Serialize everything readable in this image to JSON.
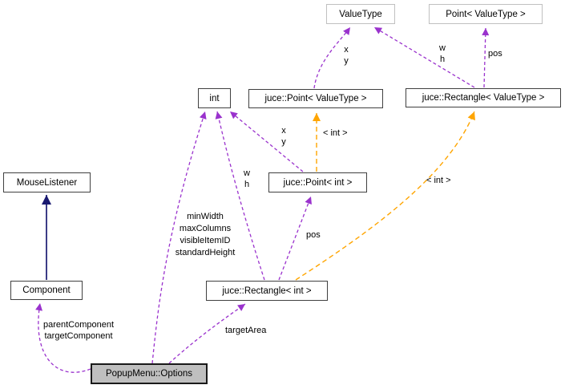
{
  "diagram_type": "collaboration-graph",
  "colors": {
    "usage_edge": "#9a32cd",
    "template_edge": "#ffa500",
    "inheritance_edge": "#191970",
    "node_border": "#404040",
    "external_node_border": "#c0c0c0",
    "selected_node_fill": "#bfbfbf",
    "background": "#ffffff"
  },
  "nodes": [
    {
      "id": "valuetype",
      "label": "ValueType"
    },
    {
      "id": "point-valuetype",
      "label": "Point< ValueType >"
    },
    {
      "id": "int",
      "label": "int"
    },
    {
      "id": "juce-point-valuetype",
      "label": "juce::Point< ValueType >"
    },
    {
      "id": "juce-rectangle-valuetype",
      "label": "juce::Rectangle< ValueType >"
    },
    {
      "id": "mouselistener",
      "label": "MouseListener"
    },
    {
      "id": "juce-point-int",
      "label": "juce::Point< int >"
    },
    {
      "id": "component",
      "label": "Component"
    },
    {
      "id": "juce-rectangle-int",
      "label": "juce::Rectangle< int >"
    },
    {
      "id": "popupmenu-options",
      "label": "PopupMenu::Options"
    }
  ],
  "edge_labels": [
    {
      "id": "xy-top",
      "text": "x\ny"
    },
    {
      "id": "wh-top",
      "text": "w\nh"
    },
    {
      "id": "pos-top",
      "text": "pos"
    },
    {
      "id": "xy-mid",
      "text": "x\ny"
    },
    {
      "id": "template-int-mid",
      "text": "< int >"
    },
    {
      "id": "wh-mid",
      "text": "w\nh"
    },
    {
      "id": "template-int-right",
      "text": "< int >"
    },
    {
      "id": "options-members",
      "text": "minWidth\nmaxColumns\nvisibleItemID\nstandardHeight"
    },
    {
      "id": "pos-mid",
      "text": "pos"
    },
    {
      "id": "options-components",
      "text": "parentComponent\ntargetComponent"
    },
    {
      "id": "targetarea",
      "text": "targetArea"
    }
  ]
}
